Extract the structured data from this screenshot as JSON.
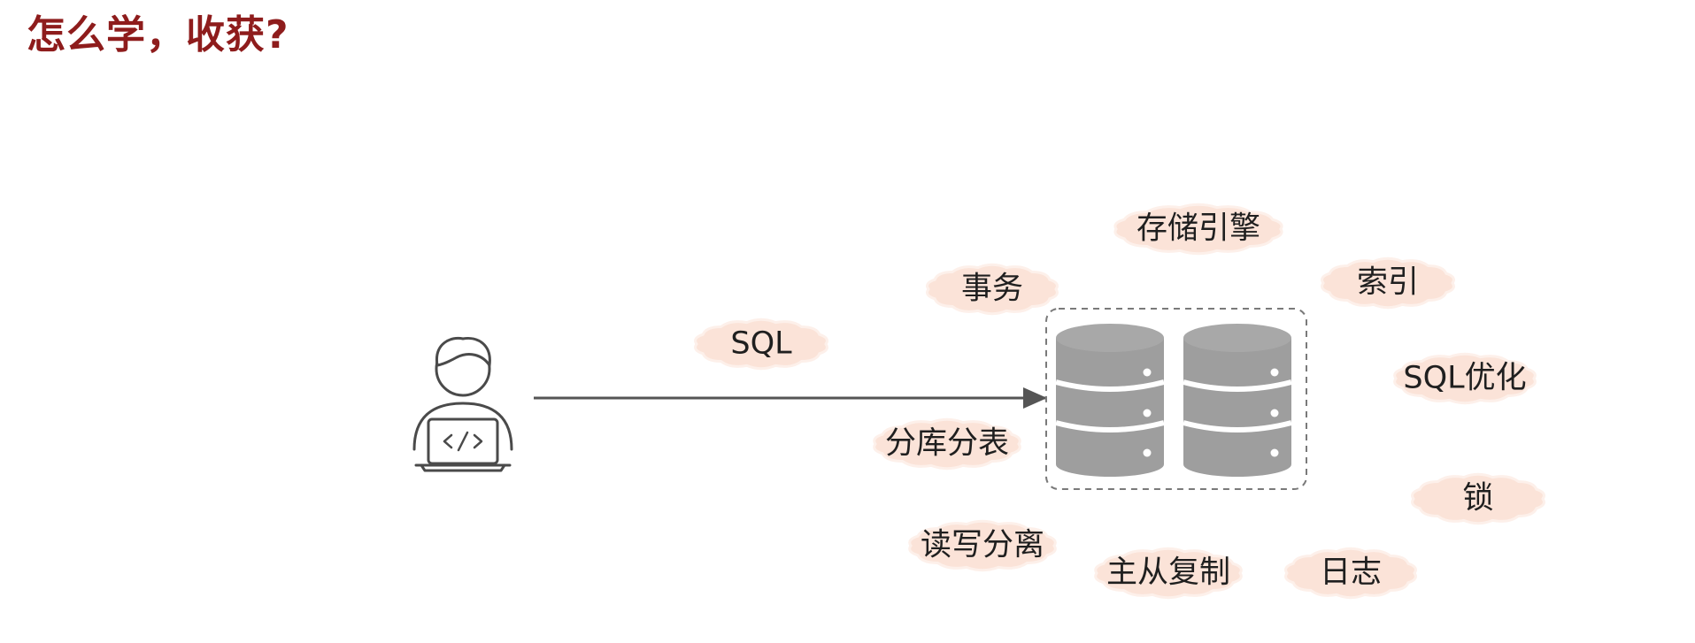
{
  "title": "怎么学，收获?",
  "colors": {
    "title": "#8e1c1c",
    "cloud_fill": "#fbe3d8",
    "cloud_edge": "#fdf0ea",
    "database_fill": "#9e9e9e",
    "database_band": "#ffffff",
    "stroke": "#4a4a4a",
    "dashed_border": "#7a7a7a"
  },
  "icons": {
    "developer": "developer-laptop-icon",
    "database": "database-server-icon"
  },
  "topics": [
    {
      "id": "sql",
      "label": "SQL"
    },
    {
      "id": "transaction",
      "label": "事务"
    },
    {
      "id": "storage-engine",
      "label": "存储引擎"
    },
    {
      "id": "index",
      "label": "索引"
    },
    {
      "id": "sql-optimization",
      "label": "SQL优化"
    },
    {
      "id": "sharding",
      "label": "分库分表"
    },
    {
      "id": "lock",
      "label": "锁"
    },
    {
      "id": "read-write-splitting",
      "label": "读写分离"
    },
    {
      "id": "master-slave-replication",
      "label": "主从复制"
    },
    {
      "id": "log",
      "label": "日志"
    }
  ]
}
